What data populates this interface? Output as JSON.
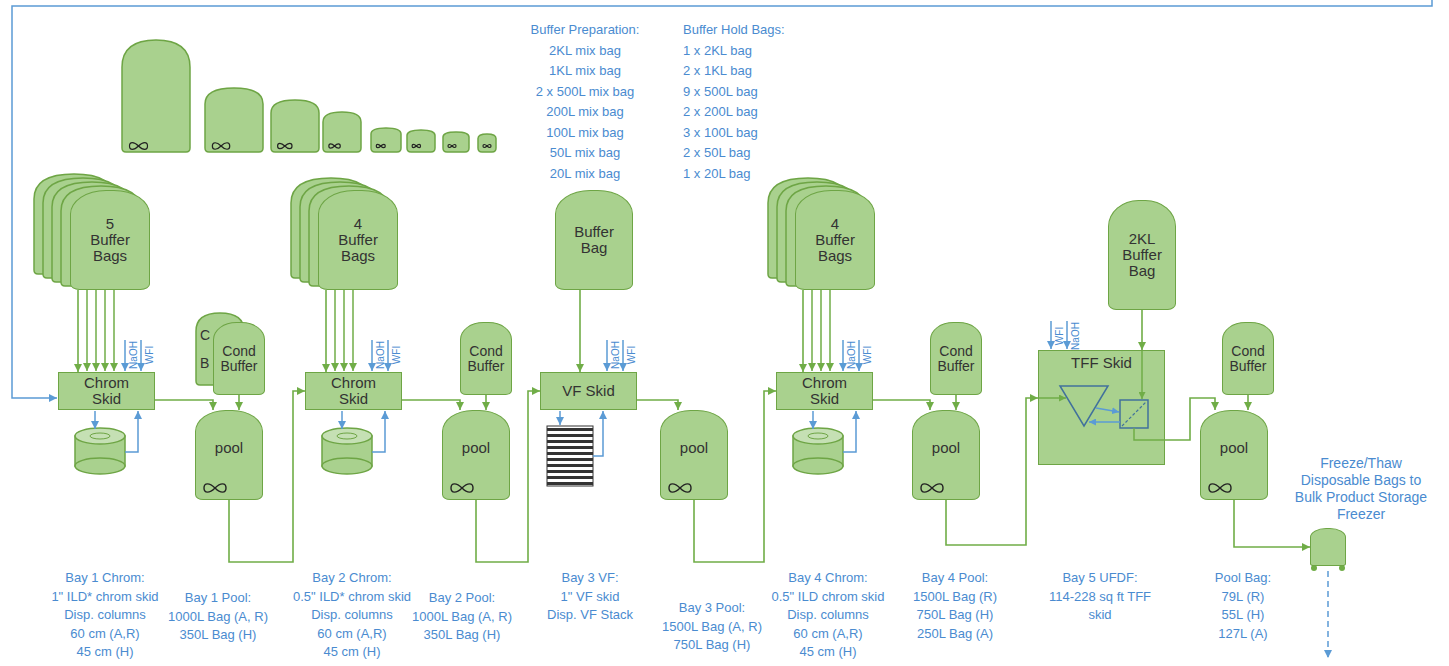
{
  "diagram": {
    "nodes": [
      {
        "text": [
          "5",
          "Buffer Bags"
        ]
      },
      {
        "text": [
          "Chrom Skid"
        ]
      },
      {
        "text": [
          "Cond Buffer"
        ]
      },
      {
        "text": [
          "pool"
        ]
      },
      {
        "text": [
          "4",
          "Buffer Bags"
        ]
      },
      {
        "text": [
          "Chrom Skid"
        ]
      },
      {
        "text": [
          "Cond Buffer"
        ]
      },
      {
        "text": [
          "pool"
        ]
      },
      {
        "text": [
          "Buffer Bag"
        ]
      },
      {
        "text": [
          "VF Skid"
        ]
      },
      {
        "text": [
          "pool"
        ]
      },
      {
        "text": [
          "4",
          "Buffer Bags"
        ]
      },
      {
        "text": [
          "Chrom Skid"
        ]
      },
      {
        "text": [
          "Cond Buffer"
        ]
      },
      {
        "text": [
          "pool"
        ]
      },
      {
        "text": [
          "2KL Buffer Bag"
        ]
      },
      {
        "text": [
          "TFF Skid"
        ]
      },
      {
        "text": [
          "Cond Buffer"
        ]
      },
      {
        "text": [
          "pool"
        ]
      },
      {
        "text": [
          "Freeze/Thaw Disposable Bags to Bulk Product Storage Freezer"
        ]
      }
    ],
    "edges": [
      {
        "from": 0,
        "to": 1,
        "arrow": "to"
      },
      {
        "from": 1,
        "to": 3,
        "arrow": "to"
      },
      {
        "from": 2,
        "to": 3,
        "arrow": "to"
      },
      {
        "from": 3,
        "to": 5,
        "arrow": "to"
      },
      {
        "from": 4,
        "to": 5,
        "arrow": "to"
      },
      {
        "from": 5,
        "to": 7,
        "arrow": "to"
      },
      {
        "from": 6,
        "to": 7,
        "arrow": "to"
      },
      {
        "from": 7,
        "to": 9,
        "arrow": "to"
      },
      {
        "from": 8,
        "to": 9,
        "arrow": "to"
      },
      {
        "from": 9,
        "to": 10,
        "arrow": "to"
      },
      {
        "from": 10,
        "to": 12,
        "arrow": "to"
      },
      {
        "from": 11,
        "to": 12,
        "arrow": "to"
      },
      {
        "from": 12,
        "to": 14,
        "arrow": "to"
      },
      {
        "from": 13,
        "to": 14,
        "arrow": "to"
      },
      {
        "from": 14,
        "to": 16,
        "arrow": "to"
      },
      {
        "from": 15,
        "to": 16,
        "arrow": "to"
      },
      {
        "from": 16,
        "to": 18,
        "arrow": "to"
      },
      {
        "from": 17,
        "to": 18,
        "arrow": "to"
      },
      {
        "from": 18,
        "to": 19,
        "arrow": "to"
      }
    ],
    "labels": [
      "Buffer Preparation:",
      "2KL mix bag",
      "1KL mix bag",
      "2 x 500L mix bag",
      "200L mix bag",
      "100L mix bag",
      "50L mix bag",
      "20L mix bag",
      "Buffer Hold Bags:",
      "1 x 2KL bag",
      "2 x 1KL bag",
      "9 x 500L bag",
      "2 x 200L bag",
      "3 x 100L bag",
      "2 x 50L bag",
      "1 x 20L bag",
      "NaOH",
      "WFI",
      "NaOH",
      "WFI",
      "NaOH",
      "WFI",
      "NaOH",
      "WFI",
      "WFI",
      "NaOH",
      "C",
      "B",
      "Bay 1 Chrom:",
      "1\" ILD* chrom skid",
      "Disp. columns",
      "60 cm (A,R)",
      "45 cm (H)",
      "Bay 1 Pool:",
      "1000L Bag (A, R)",
      "350L Bag (H)",
      "Bay 2 Chrom:",
      "0.5\" ILD* chrom skid",
      "Disp. columns",
      "60 cm (A,R)",
      "45 cm (H)",
      "Bay 2 Pool:",
      "1000L Bag (A, R)",
      "350L Bag (H)",
      "Bay 3 VF:",
      "1\" VF skid",
      "Disp. VF Stack",
      "Bay 3 Pool:",
      "1500L Bag (A, R)",
      "750L Bag (H)",
      "Bay 4 Chrom:",
      "0.5\" ILD chrom skid",
      "Disp. columns",
      "60 cm (A,R)",
      "45 cm (H)",
      "Bay 4 Pool:",
      "1500L Bag (R)",
      "750L Bag (H)",
      "250L Bag (A)",
      "Bay 5 UFDF:",
      "114-228 sq ft TFF",
      "skid",
      "Pool Bag:",
      "79L (R)",
      "55L (H)",
      "127L (A)"
    ]
  }
}
